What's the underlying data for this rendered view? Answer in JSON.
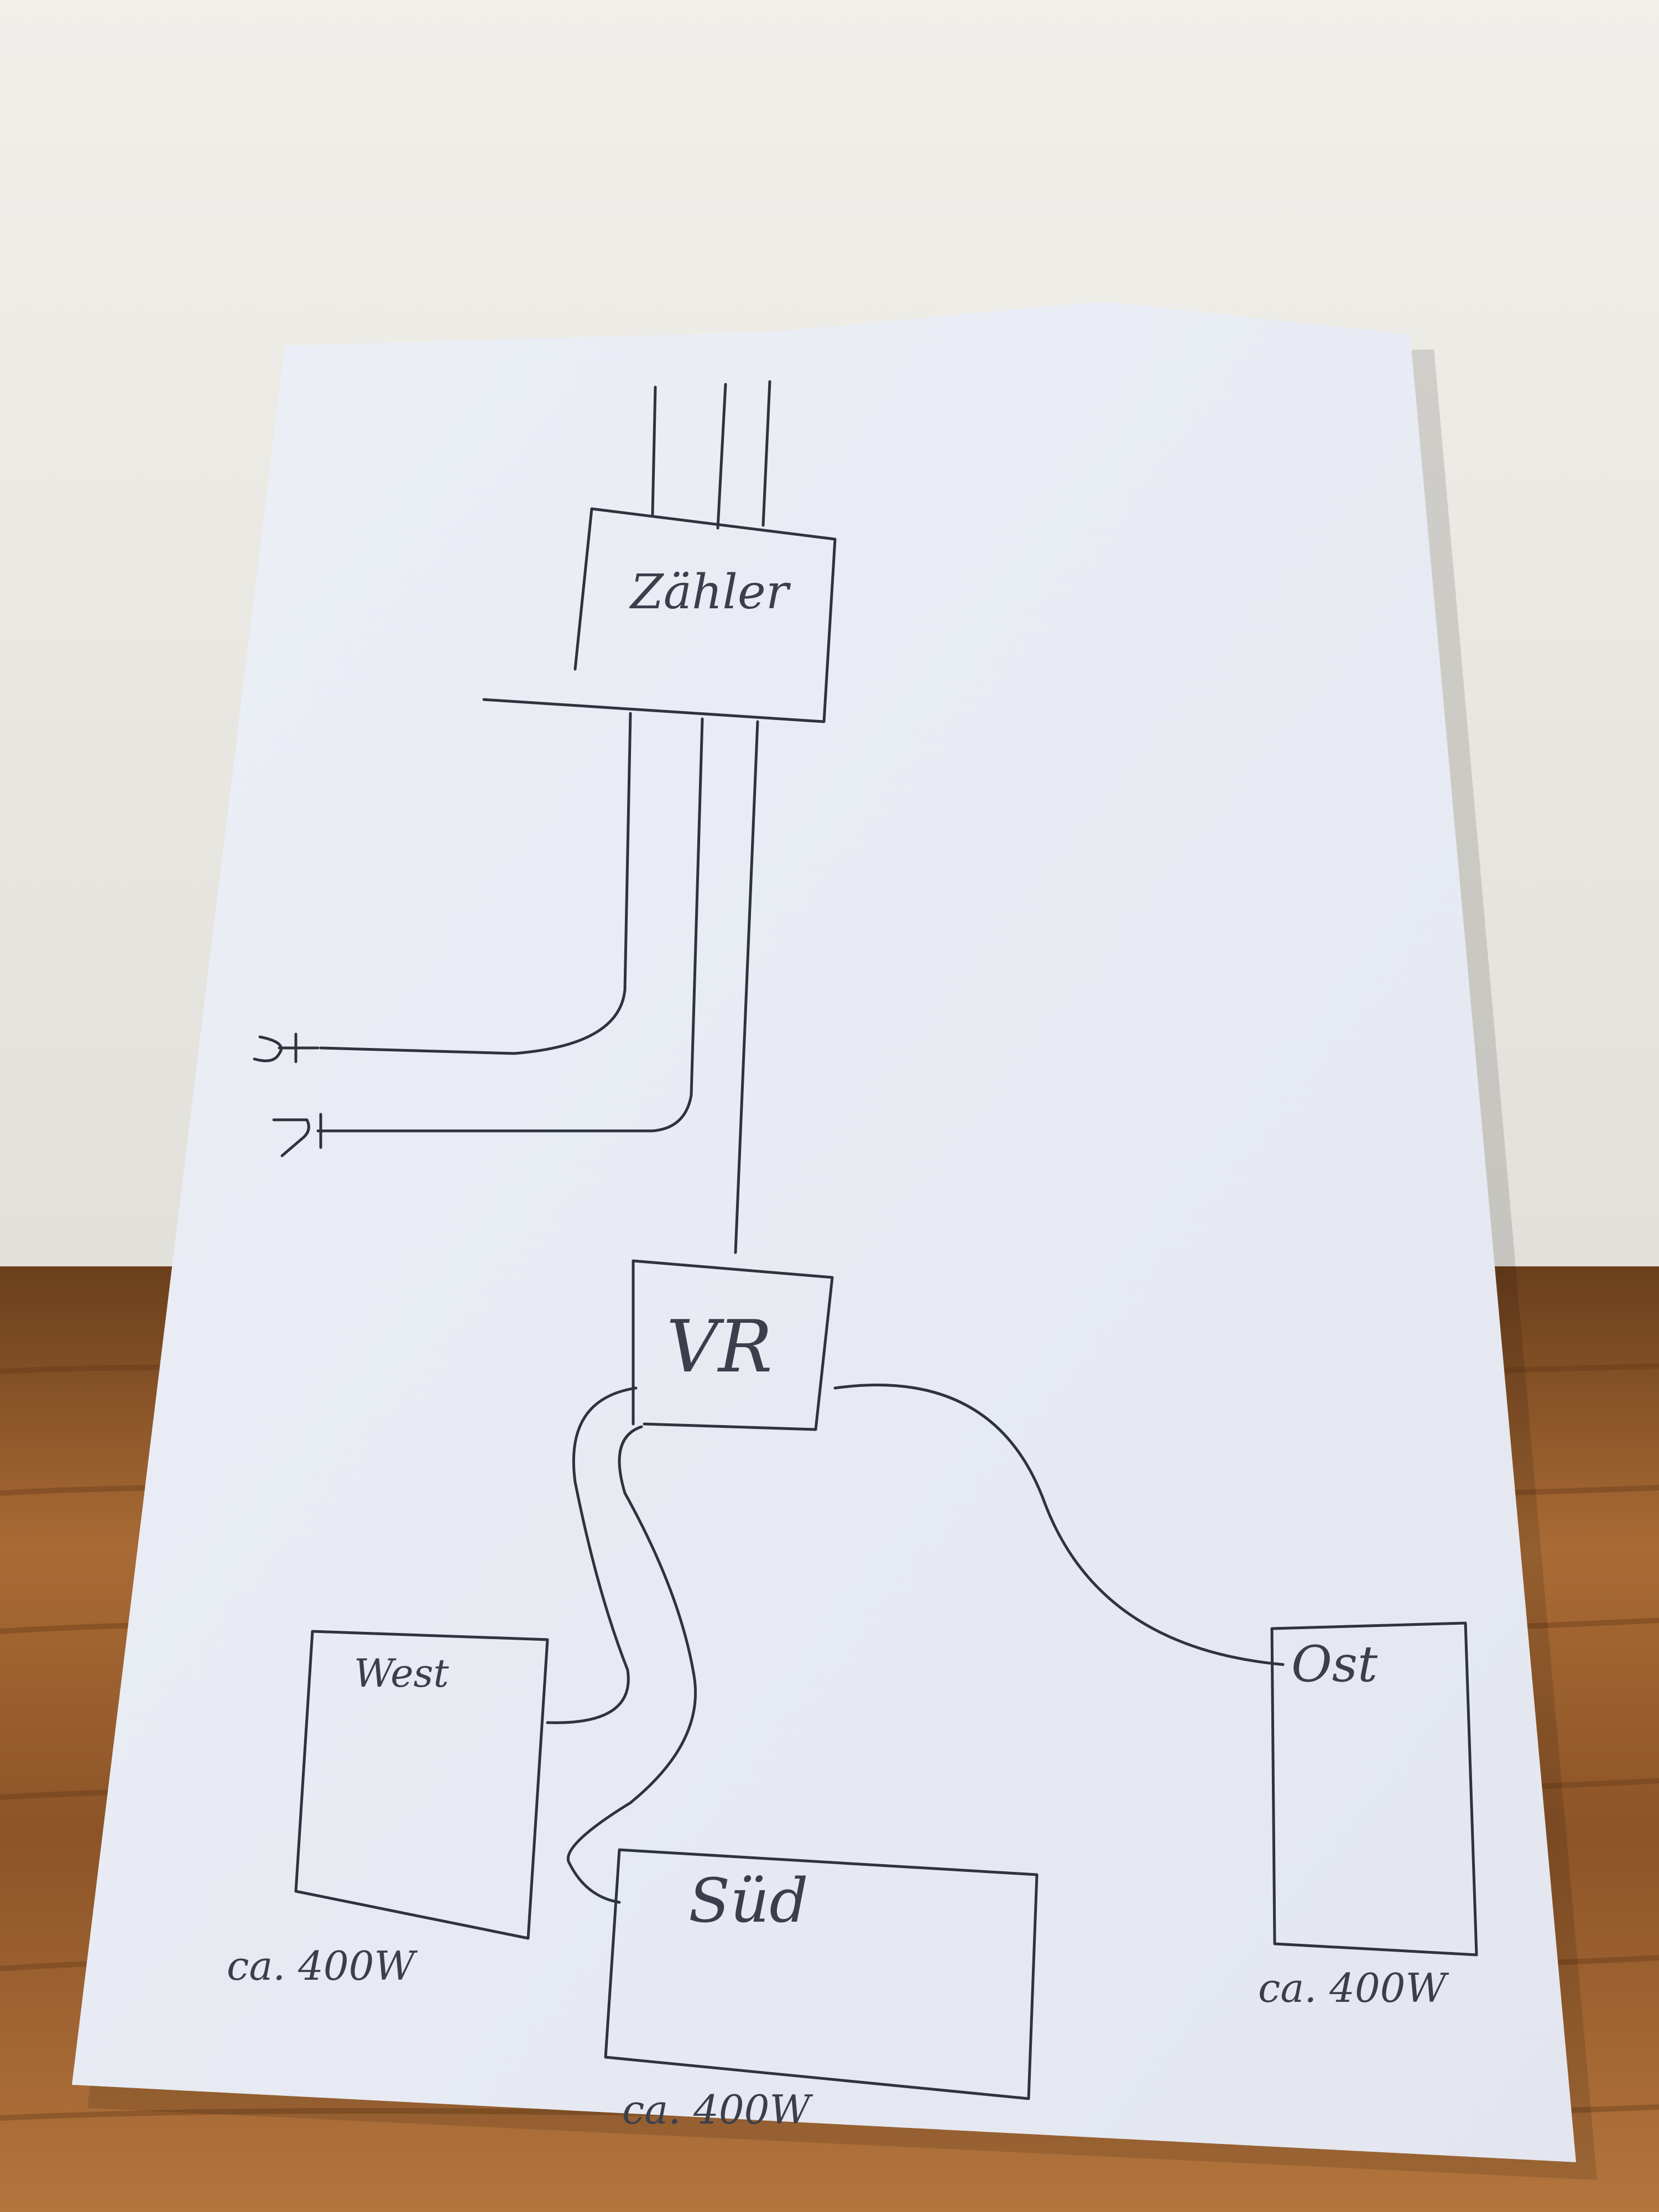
{
  "diagram": {
    "meter_label": "Zähler",
    "inverter_label": "VR",
    "panel_west_label": "West",
    "panel_sued_label": "Süd",
    "panel_ost_label": "Ost",
    "panel_west_power": "ca. 400W",
    "panel_sued_power": "ca. 400W",
    "panel_ost_power": "ca. 400W"
  },
  "colors": {
    "wall": "#ebe9e3",
    "paper": "#eef0f7",
    "wood": "#9a6434",
    "ink": "#2f333d"
  }
}
